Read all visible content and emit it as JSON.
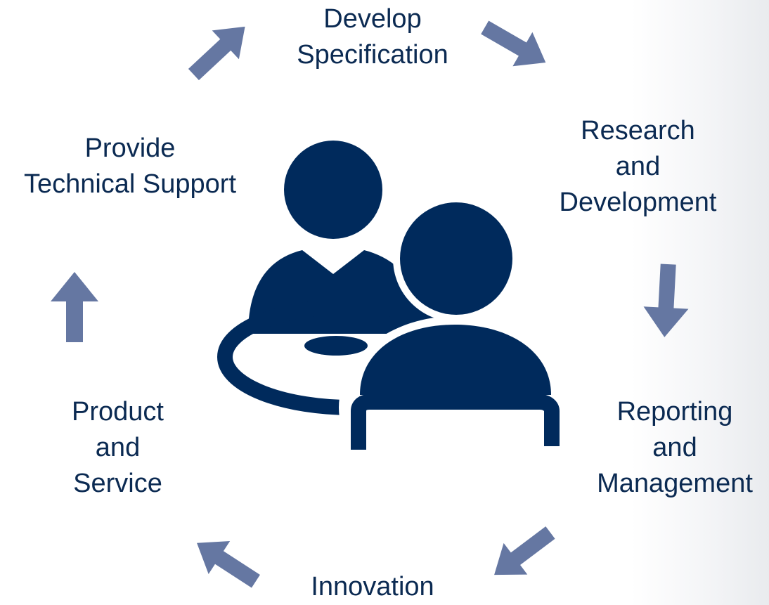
{
  "colors": {
    "icon": "#002a5c",
    "arrow": "#6577a2",
    "text": "#0b2a52"
  },
  "center_icon": "meeting-people-at-table-icon",
  "steps": [
    {
      "id": "develop",
      "lines": [
        "Develop",
        "Specification"
      ]
    },
    {
      "id": "research",
      "lines": [
        "Research",
        "and",
        "Development"
      ]
    },
    {
      "id": "reporting",
      "lines": [
        "Reporting",
        "and",
        "Management"
      ]
    },
    {
      "id": "innovation",
      "lines": [
        "Innovation"
      ]
    },
    {
      "id": "product",
      "lines": [
        "Product",
        "and",
        "Service"
      ]
    },
    {
      "id": "support",
      "lines": [
        "Provide",
        "Technical Support"
      ]
    }
  ],
  "arrows": [
    {
      "icon": "arrow-up-right-icon"
    },
    {
      "icon": "arrow-down-right-icon"
    },
    {
      "icon": "arrow-down-icon"
    },
    {
      "icon": "arrow-down-left-icon"
    },
    {
      "icon": "arrow-up-left-icon"
    },
    {
      "icon": "arrow-up-icon"
    }
  ]
}
